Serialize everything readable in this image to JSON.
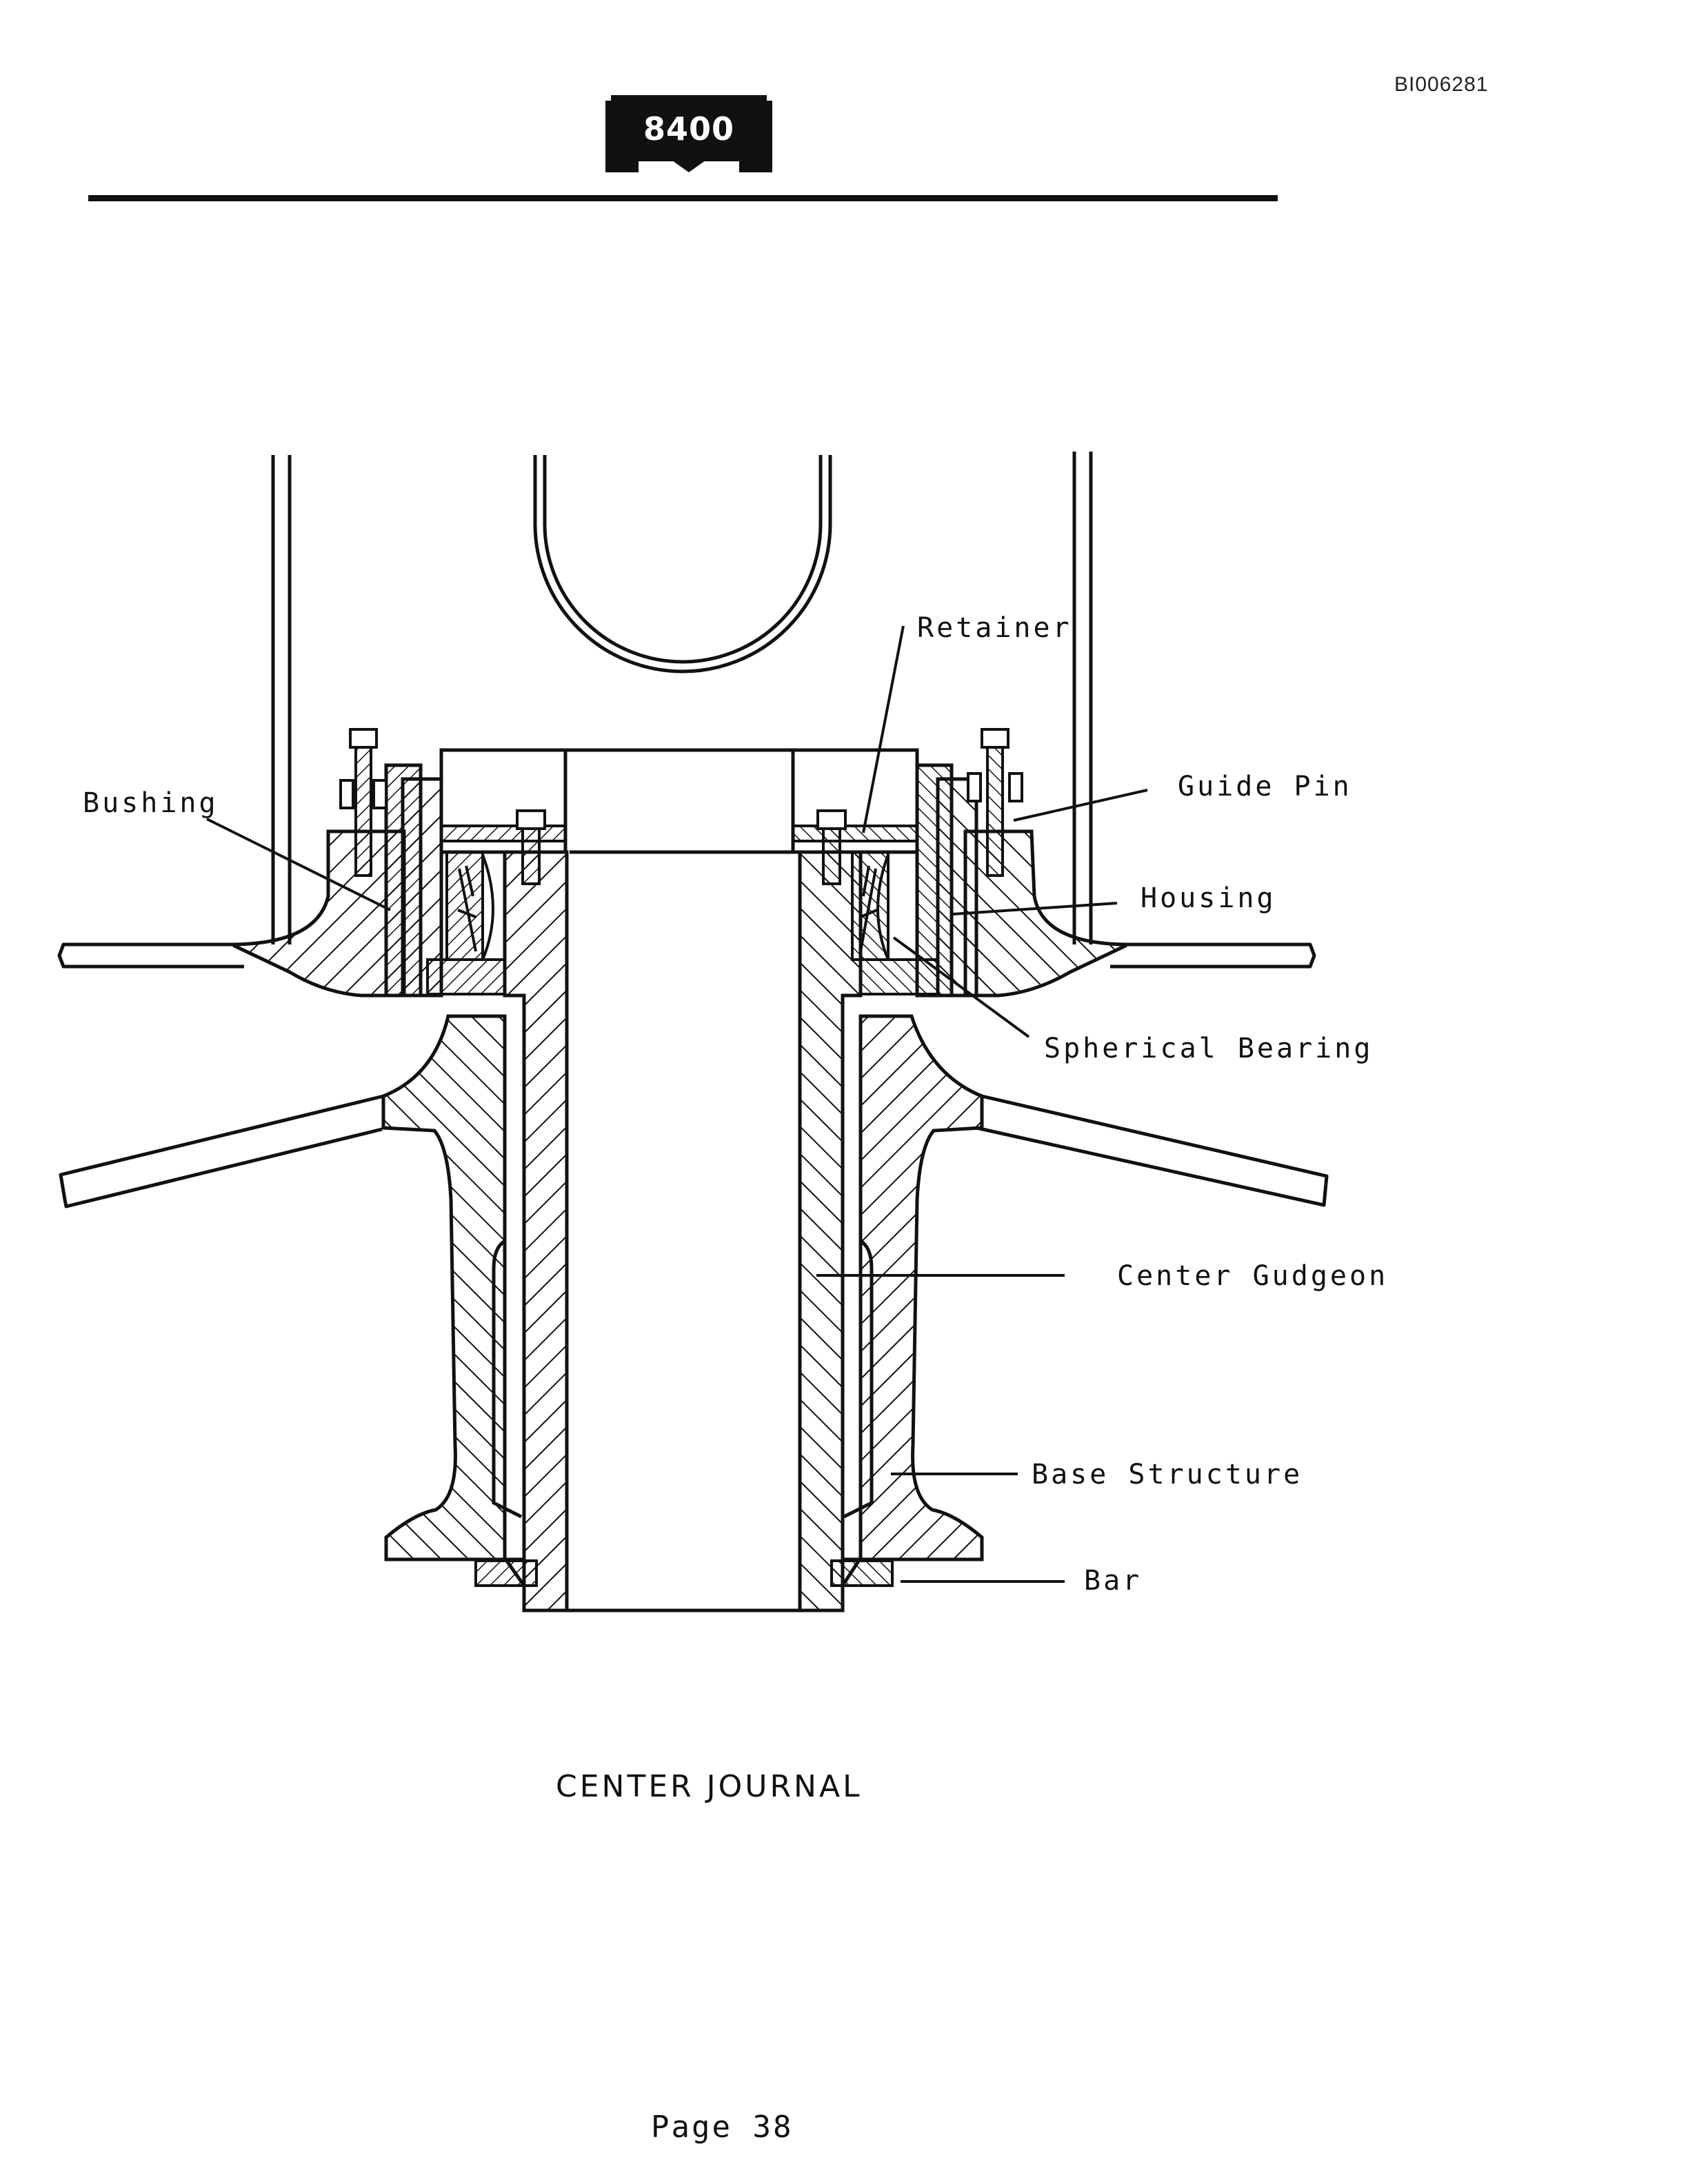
{
  "header": {
    "doc_id": "BI006281",
    "logo_text": "8400"
  },
  "labels": {
    "retainer": "Retainer",
    "bushing": "Bushing",
    "guide_pin": "Guide Pin",
    "housing": "Housing",
    "spherical_bearing": "Spherical Bearing",
    "center_gudgeon": "Center Gudgeon",
    "base_structure": "Base Structure",
    "bar": "Bar"
  },
  "caption": "CENTER JOURNAL",
  "footer": {
    "page": "Page 38"
  }
}
